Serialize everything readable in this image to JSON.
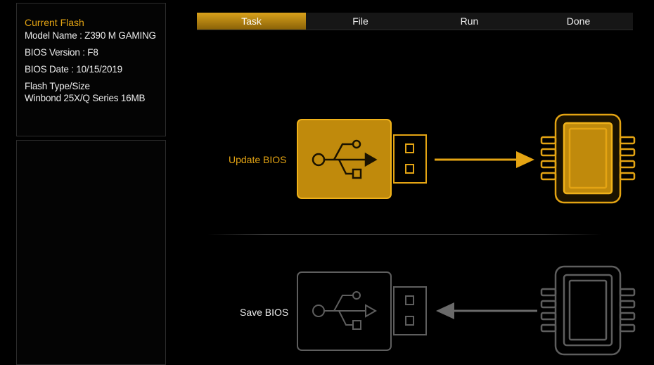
{
  "info": {
    "title": "Current Flash",
    "model_name": "Model Name : Z390 M GAMING",
    "bios_version": "BIOS Version : F8",
    "bios_date": "BIOS Date : 10/15/2019",
    "flash_type_label": "Flash Type/Size",
    "flash_type_value": "Winbond 25X/Q Series  16MB"
  },
  "tabs": [
    {
      "label": "Task",
      "active": true
    },
    {
      "label": "File",
      "active": false
    },
    {
      "label": "Run",
      "active": false
    },
    {
      "label": "Done",
      "active": false
    }
  ],
  "actions": {
    "update_label": "Update BIOS",
    "save_label": "Save BIOS"
  },
  "colors": {
    "accent": "#e4a413",
    "inactive": "#5e5e5e",
    "background": "#000000"
  },
  "icons": {
    "usb_drive": "usb-drive-icon",
    "chip": "bios-chip-icon",
    "arrow": "arrow-icon"
  }
}
